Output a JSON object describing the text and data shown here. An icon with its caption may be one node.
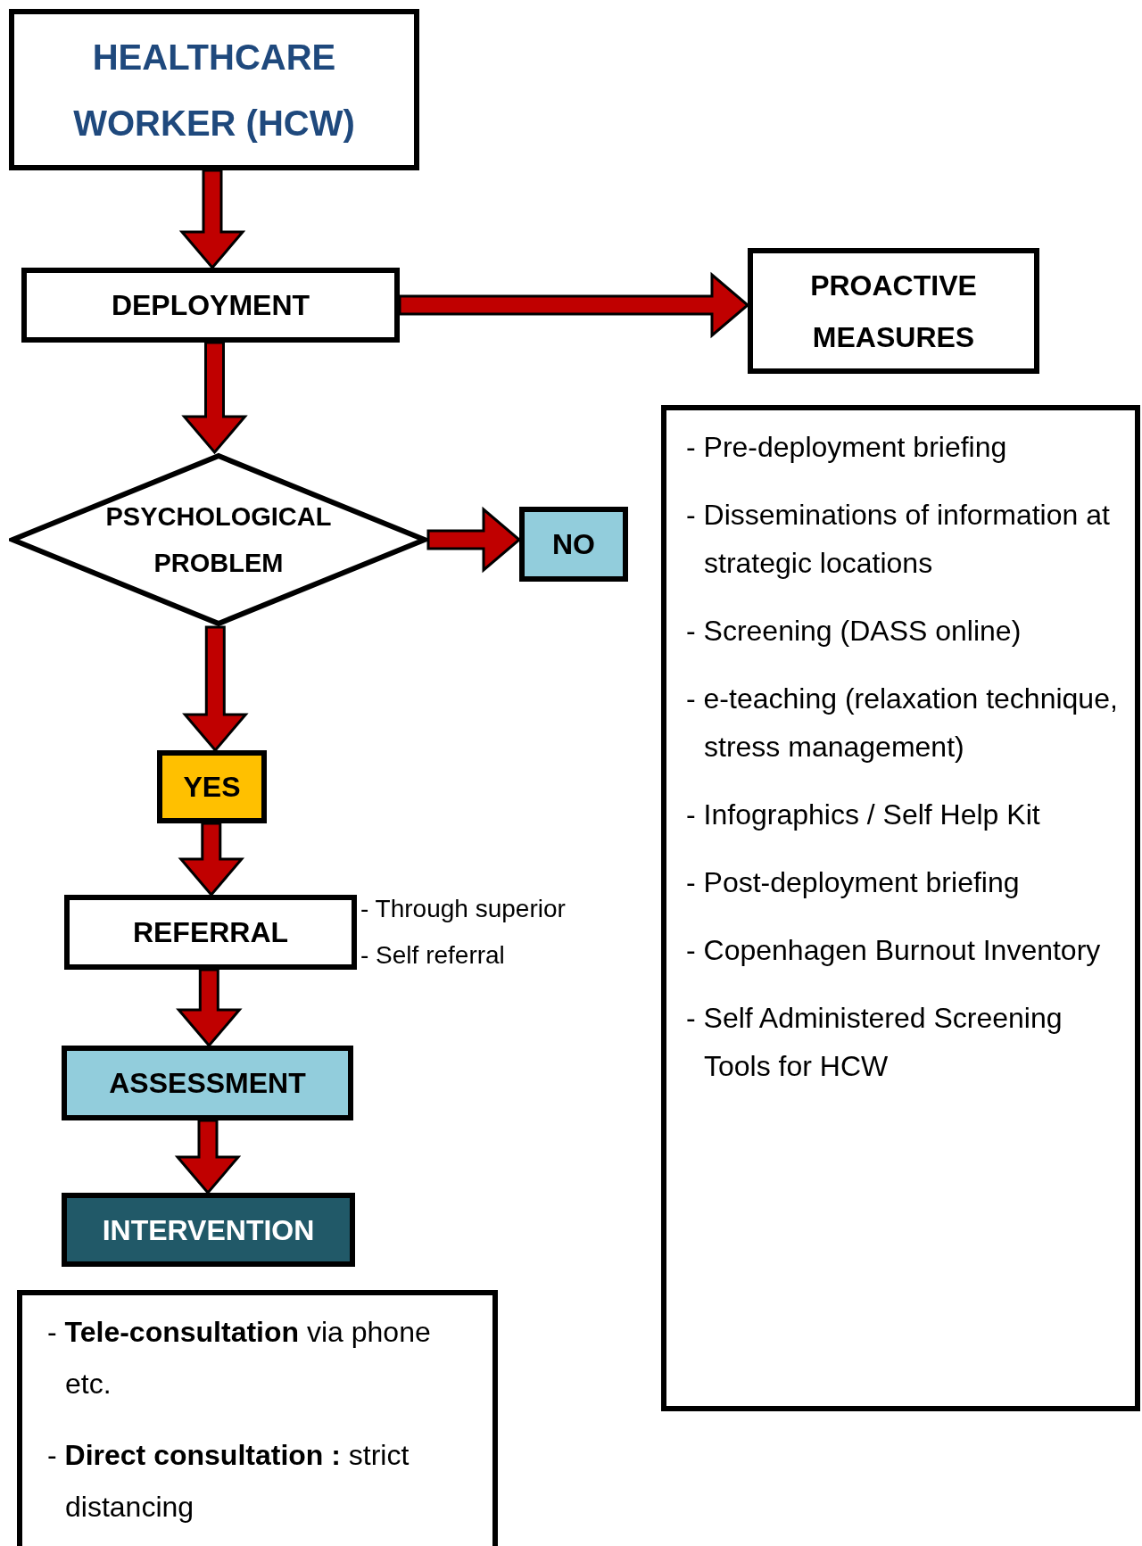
{
  "diagram": {
    "nodes": [
      {
        "text": [
          "HEALTHCARE WORKER (HCW)"
        ]
      },
      {
        "text": [
          "DEPLOYMENT"
        ]
      },
      {
        "text": [
          "PROACTIVE MEASURES"
        ]
      },
      {
        "text": [
          "- Pre-deployment briefing",
          "- Disseminations of information at strategic locations",
          "- Screening (DASS online)",
          "- e-teaching (relaxation technique, stress management)",
          "- Infographics / Self Help Kit",
          "- Post-deployment briefing",
          "- Copenhagen Burnout Inventory",
          "- Self Administered Screening Tools for HCW"
        ]
      },
      {
        "text": [
          "PSYCHOLOGICAL PROBLEM"
        ]
      },
      {
        "text": [
          "NO"
        ]
      },
      {
        "text": [
          "YES"
        ]
      },
      {
        "text": [
          "REFERRAL"
        ],
        "beside": [
          "- Through superior",
          "- Self referral"
        ]
      },
      {
        "text": [
          "ASSESSMENT"
        ]
      },
      {
        "text": [
          "INTERVENTION"
        ]
      },
      {
        "text": [
          "- **Tele-consultation** via phone etc.",
          "- **Direct consultation :** strict distancing"
        ]
      }
    ],
    "edges": [
      {
        "from": 0,
        "to": 1,
        "arrow": "to"
      },
      {
        "from": 1,
        "to": 2,
        "arrow": "to"
      },
      {
        "from": 1,
        "to": 4,
        "arrow": "to"
      },
      {
        "from": 4,
        "to": 5,
        "arrow": "to"
      },
      {
        "from": 4,
        "to": 6,
        "arrow": "to"
      },
      {
        "from": 6,
        "to": 7,
        "arrow": "to"
      },
      {
        "from": 7,
        "to": 8,
        "arrow": "to"
      },
      {
        "from": 8,
        "to": 9,
        "arrow": "to"
      }
    ]
  }
}
